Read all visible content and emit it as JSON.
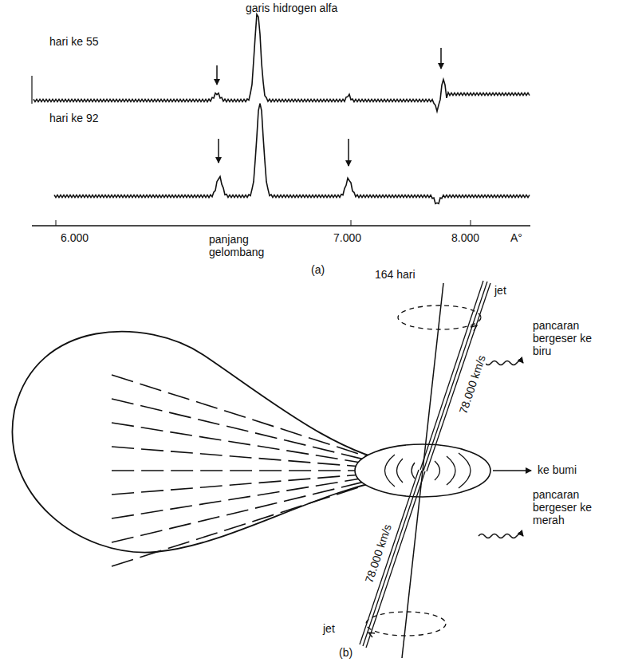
{
  "diagram": {
    "labels": [
      "garis hidrogen alfa",
      "hari ke 55",
      "hari ke 92",
      "6.000",
      "panjang gelombang",
      "7.000",
      "8.000",
      "A°",
      "(a)",
      "164 hari",
      "jet",
      "78.000 km/s",
      "pancaran bergeser ke biru",
      "ke bumi",
      "78.000 km/s",
      "pancaran bergeser ke merah",
      "jet",
      "(b)"
    ]
  }
}
